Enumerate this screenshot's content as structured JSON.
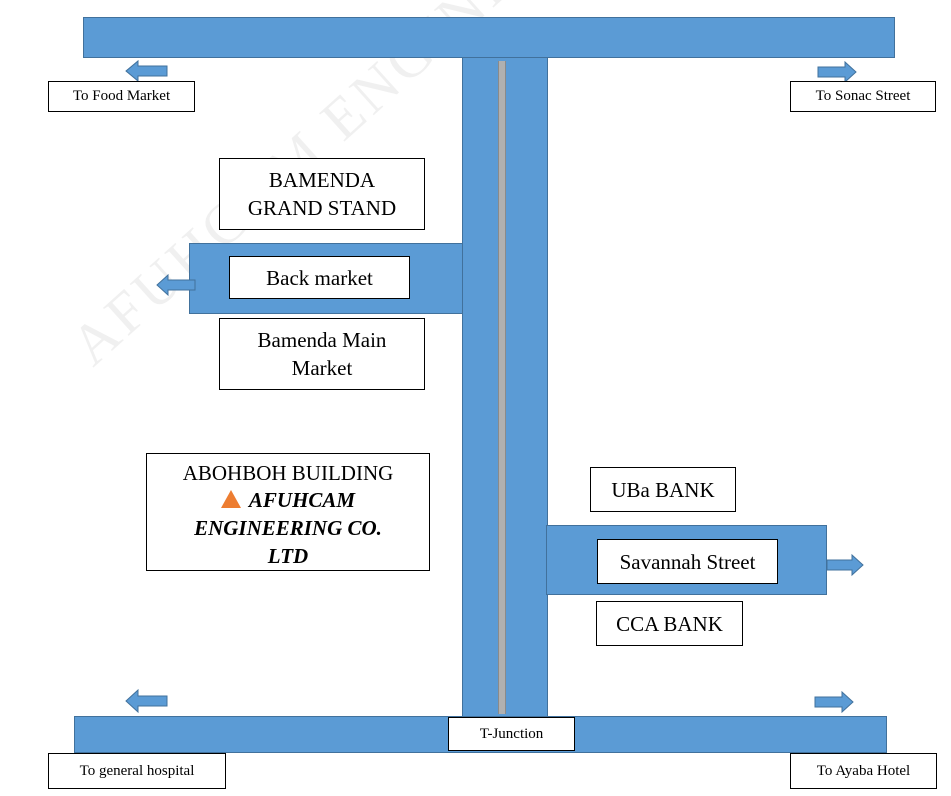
{
  "roads": {
    "top_label_left": "To Food Market",
    "top_label_right": "To Sonac Street",
    "bottom_label_left": "To general hospital",
    "bottom_label_right": "To Ayaba Hotel",
    "junction": "T-Junction",
    "back_market": "Back market",
    "savannah": "Savannah Street"
  },
  "landmarks": {
    "grand_stand": [
      "BAMENDA",
      "GRAND STAND"
    ],
    "main_market": [
      "Bamenda Main",
      "Market"
    ],
    "uba": "UBa BANK",
    "cca": "CCA BANK",
    "building_name": "ABOHBOH BUILDING",
    "company": [
      "AFUHCAM",
      "ENGINEERING CO.",
      "LTD"
    ]
  },
  "watermark": "AFUHCAM ENGINEERING CAMPANY LTD",
  "colors": {
    "road": "#5b9bd5",
    "marker": "#ed7d31",
    "divider": "#b0b0b0"
  },
  "icons": [
    "left-arrow-icon",
    "right-arrow-icon",
    "location-triangle-icon"
  ]
}
